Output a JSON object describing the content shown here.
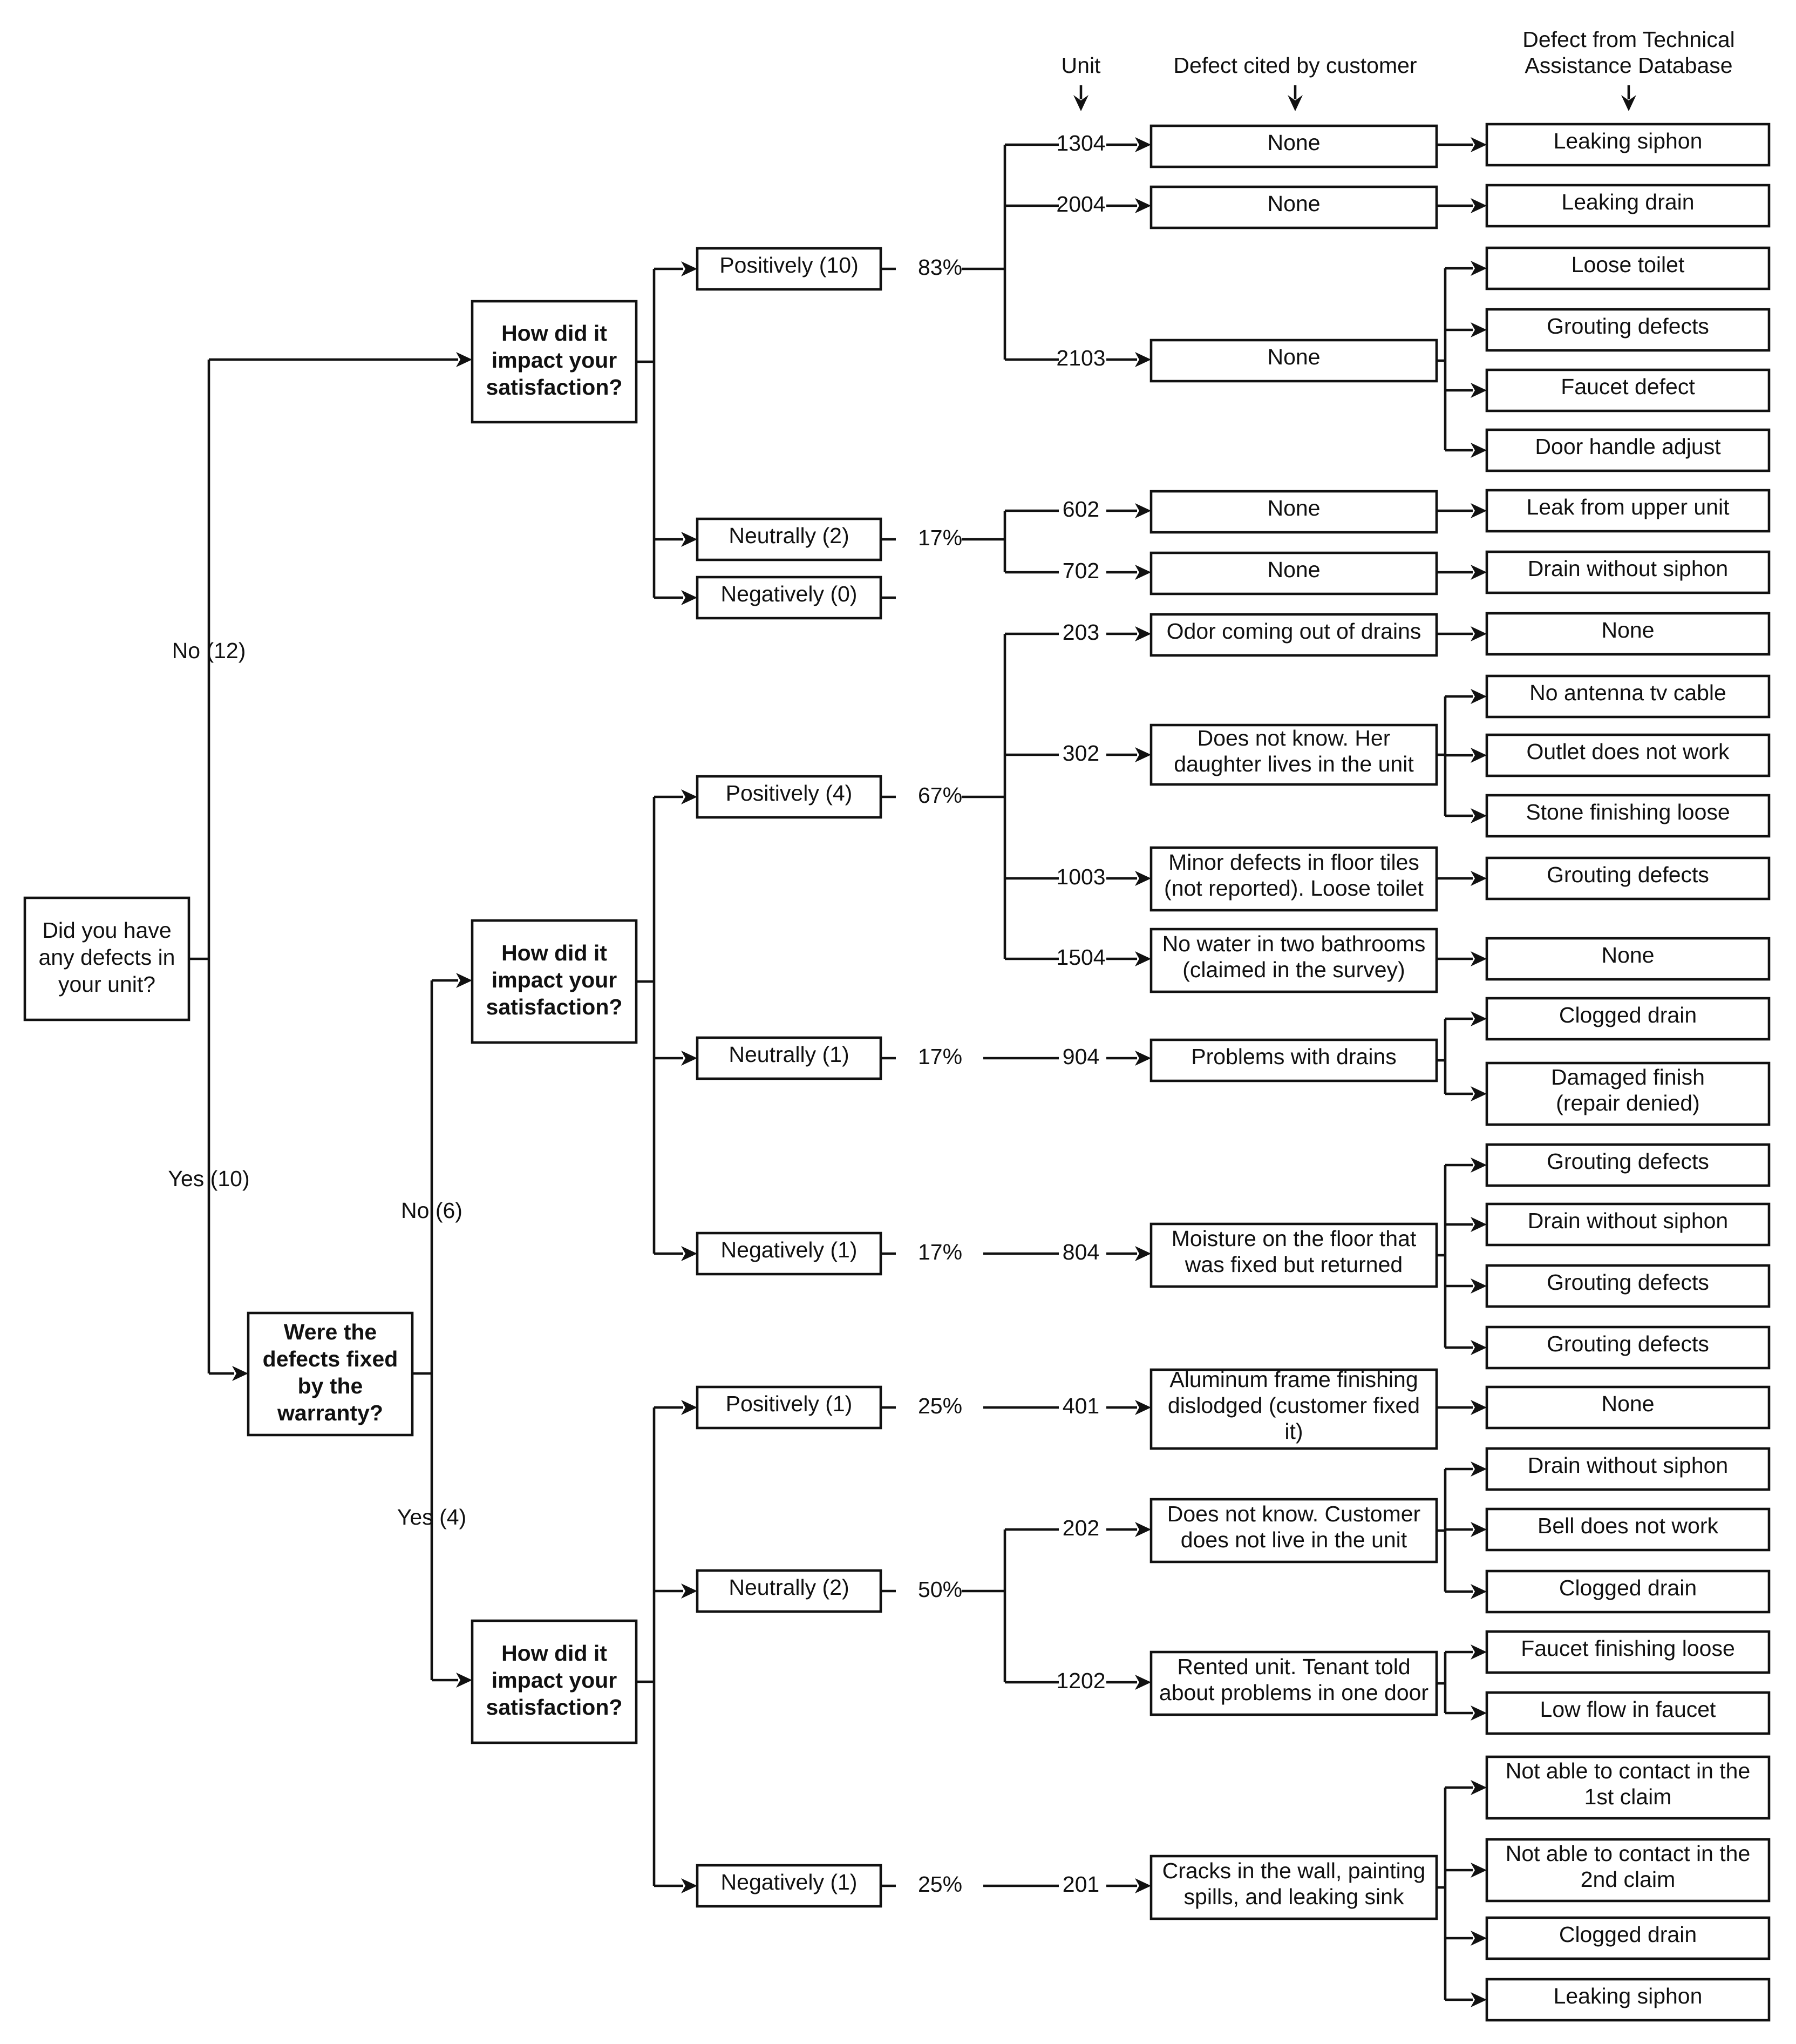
{
  "headers": {
    "unit": "Unit",
    "customer": "Defect cited by customer",
    "technical": [
      "Defect from Technical",
      "Assistance Database"
    ]
  },
  "root_question": [
    "Did you have",
    "any defects in",
    "your unit?"
  ],
  "edge_no": "No (12)",
  "edge_yes": "Yes (10)",
  "warranty_question": [
    "Were the",
    "defects fixed",
    "by the",
    "warranty?"
  ],
  "edge_warranty_no": "No (6)",
  "edge_warranty_yes": "Yes (4)",
  "impact_question": [
    "How did it",
    "impact your",
    "satisfaction?"
  ],
  "groups": [
    {
      "outcomes": [
        {
          "label": "Positively (10)",
          "percent": "83%"
        },
        {
          "label": "Neutrally (2)",
          "percent": "17%"
        },
        {
          "label": "Negatively (0)",
          "percent": ""
        }
      ]
    },
    {
      "outcomes": [
        {
          "label": "Positively (4)",
          "percent": "67%"
        },
        {
          "label": "Neutrally (1)",
          "percent": "17%"
        },
        {
          "label": "Negatively (1)",
          "percent": "17%"
        }
      ]
    },
    {
      "outcomes": [
        {
          "label": "Positively (1)",
          "percent": "25%"
        },
        {
          "label": "Neutrally (2)",
          "percent": "50%"
        },
        {
          "label": "Negatively (1)",
          "percent": "25%"
        }
      ]
    }
  ],
  "units": [
    {
      "unit": "1304",
      "customer": [
        "None"
      ],
      "technical": [
        [
          "Leaking siphon"
        ]
      ]
    },
    {
      "unit": "2004",
      "customer": [
        "None"
      ],
      "technical": [
        [
          "Leaking drain"
        ]
      ]
    },
    {
      "unit": "2103",
      "customer": [
        "None"
      ],
      "technical": [
        [
          "Loose toilet"
        ],
        [
          "Grouting defects"
        ],
        [
          "Faucet defect"
        ],
        [
          "Door handle adjust"
        ]
      ]
    },
    {
      "unit": "602",
      "customer": [
        "None"
      ],
      "technical": [
        [
          "Leak from upper unit"
        ]
      ]
    },
    {
      "unit": "702",
      "customer": [
        "None"
      ],
      "technical": [
        [
          "Drain without siphon"
        ]
      ]
    },
    {
      "unit": "203",
      "customer": [
        "Odor coming out of drains"
      ],
      "technical": [
        [
          "None"
        ]
      ]
    },
    {
      "unit": "302",
      "customer": [
        "Does not know. Her",
        "daughter lives in the unit"
      ],
      "technical": [
        [
          "No antenna tv cable"
        ],
        [
          "Outlet does not work"
        ],
        [
          "Stone finishing loose"
        ]
      ]
    },
    {
      "unit": "1003",
      "customer": [
        "Minor defects in floor tiles",
        "(not reported). Loose toilet"
      ],
      "technical": [
        [
          "Grouting defects"
        ]
      ]
    },
    {
      "unit": "1504",
      "customer": [
        "No water in two bathrooms",
        "(claimed in the survey)"
      ],
      "technical": [
        [
          "None"
        ]
      ]
    },
    {
      "unit": "904",
      "customer": [
        "Problems with drains"
      ],
      "technical": [
        [
          "Clogged drain"
        ],
        [
          "Damaged finish",
          "(repair denied)"
        ]
      ]
    },
    {
      "unit": "804",
      "customer": [
        "Moisture on the floor that",
        "was fixed but returned"
      ],
      "technical": [
        [
          "Grouting defects"
        ],
        [
          "Drain without siphon"
        ],
        [
          "Grouting defects"
        ],
        [
          "Grouting defects"
        ]
      ]
    },
    {
      "unit": "401",
      "customer": [
        "Aluminum frame finishing",
        "dislodged (customer fixed",
        "it)"
      ],
      "technical": [
        [
          "None"
        ]
      ]
    },
    {
      "unit": "202",
      "customer": [
        "Does not know. Customer",
        "does not live in the unit"
      ],
      "technical": [
        [
          "Drain without siphon"
        ],
        [
          "Bell does not work"
        ],
        [
          "Clogged drain"
        ]
      ]
    },
    {
      "unit": "1202",
      "customer": [
        "Rented unit. Tenant told",
        "about problems in one door"
      ],
      "technical": [
        [
          "Faucet finishing loose"
        ],
        [
          "Low flow in faucet"
        ]
      ]
    },
    {
      "unit": "201",
      "customer": [
        "Cracks in the wall, painting",
        "spills, and leaking sink"
      ],
      "technical": [
        [
          "Not able to contact in the",
          "1st claim"
        ],
        [
          "Not able to contact in the",
          "2nd claim"
        ],
        [
          "Clogged drain"
        ],
        [
          "Leaking siphon"
        ]
      ]
    }
  ]
}
